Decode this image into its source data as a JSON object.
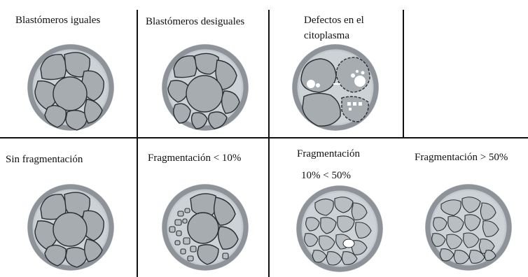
{
  "cells": [
    {
      "id": "igual",
      "label_lines": [
        "Blastómeros iguales"
      ]
    },
    {
      "id": "desigual",
      "label_lines": [
        "Blastómeros desiguales"
      ]
    },
    {
      "id": "defectos",
      "label_lines": [
        "Defectos en el",
        "citoplasma"
      ]
    },
    {
      "id": "empty",
      "label_lines": []
    },
    {
      "id": "sinfrag",
      "label_lines": [
        "Sin fragmentación"
      ]
    },
    {
      "id": "frag10",
      "label_lines": [
        "Fragmentación < 10%"
      ]
    },
    {
      "id": "frag1050",
      "label_lines": [
        "Fragmentación",
        "10%  <  50%"
      ]
    },
    {
      "id": "frag50",
      "label_lines": [
        "Fragmentación > 50%"
      ]
    }
  ],
  "colors": {
    "blastomere": "#a7acb0",
    "zona": "#8d9398",
    "outline": "#2b2f33"
  }
}
